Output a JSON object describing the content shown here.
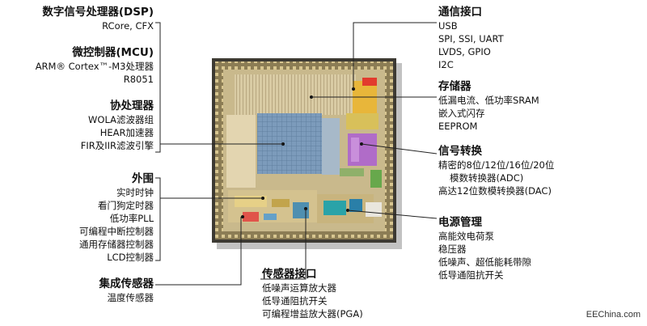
{
  "dsp": {
    "title": "数字信号处理器(DSP)",
    "items": [
      "RCore, CFX"
    ]
  },
  "mcu": {
    "title": "微控制器(MCU)",
    "items": [
      "ARM® Cortex™-M3处理器",
      "R8051"
    ]
  },
  "coproc": {
    "title": "协处理器",
    "items": [
      "WOLA滤波器组",
      "HEAR加速器",
      "FIR及IIR滤波引擎"
    ]
  },
  "periph": {
    "title": "外围",
    "items": [
      "实时时钟",
      "看门狗定时器",
      "低功率PLL",
      "可编程中断控制器",
      "通用存储器控制器",
      "LCD控制器"
    ]
  },
  "sensor_int": {
    "title": "集成传感器",
    "items": [
      "温度传感器"
    ]
  },
  "sensor_if": {
    "title": "传感器接口",
    "items": [
      "低噪声运算放大器",
      "低导通阻抗开关",
      "可编程增益放大器(PGA)"
    ]
  },
  "comm": {
    "title": "通信接口",
    "items": [
      "USB",
      "SPI, SSI, UART",
      "LVDS, GPIO",
      "I2C"
    ]
  },
  "memory": {
    "title": "存储器",
    "items": [
      "低漏电流、低功率SRAM",
      "嵌入式闪存",
      "EEPROM"
    ]
  },
  "convert": {
    "title": "信号转换",
    "items": [
      "精密的8位/12位/16位/20位",
      "模数转换器(ADC)",
      "高达12位数模转换器(DAC)"
    ]
  },
  "power": {
    "title": "电源管理",
    "items": [
      "高能效电荷泵",
      "稳压器",
      "低噪声、超低能耗带隙",
      "低导通阻抗开关"
    ]
  },
  "footer": {
    "watermark": "EEChina.com"
  },
  "colors": {
    "accent": "#f7d24a",
    "purple": "#b06cc8",
    "teal": "#2aa3a8",
    "die": "#b9a678"
  }
}
